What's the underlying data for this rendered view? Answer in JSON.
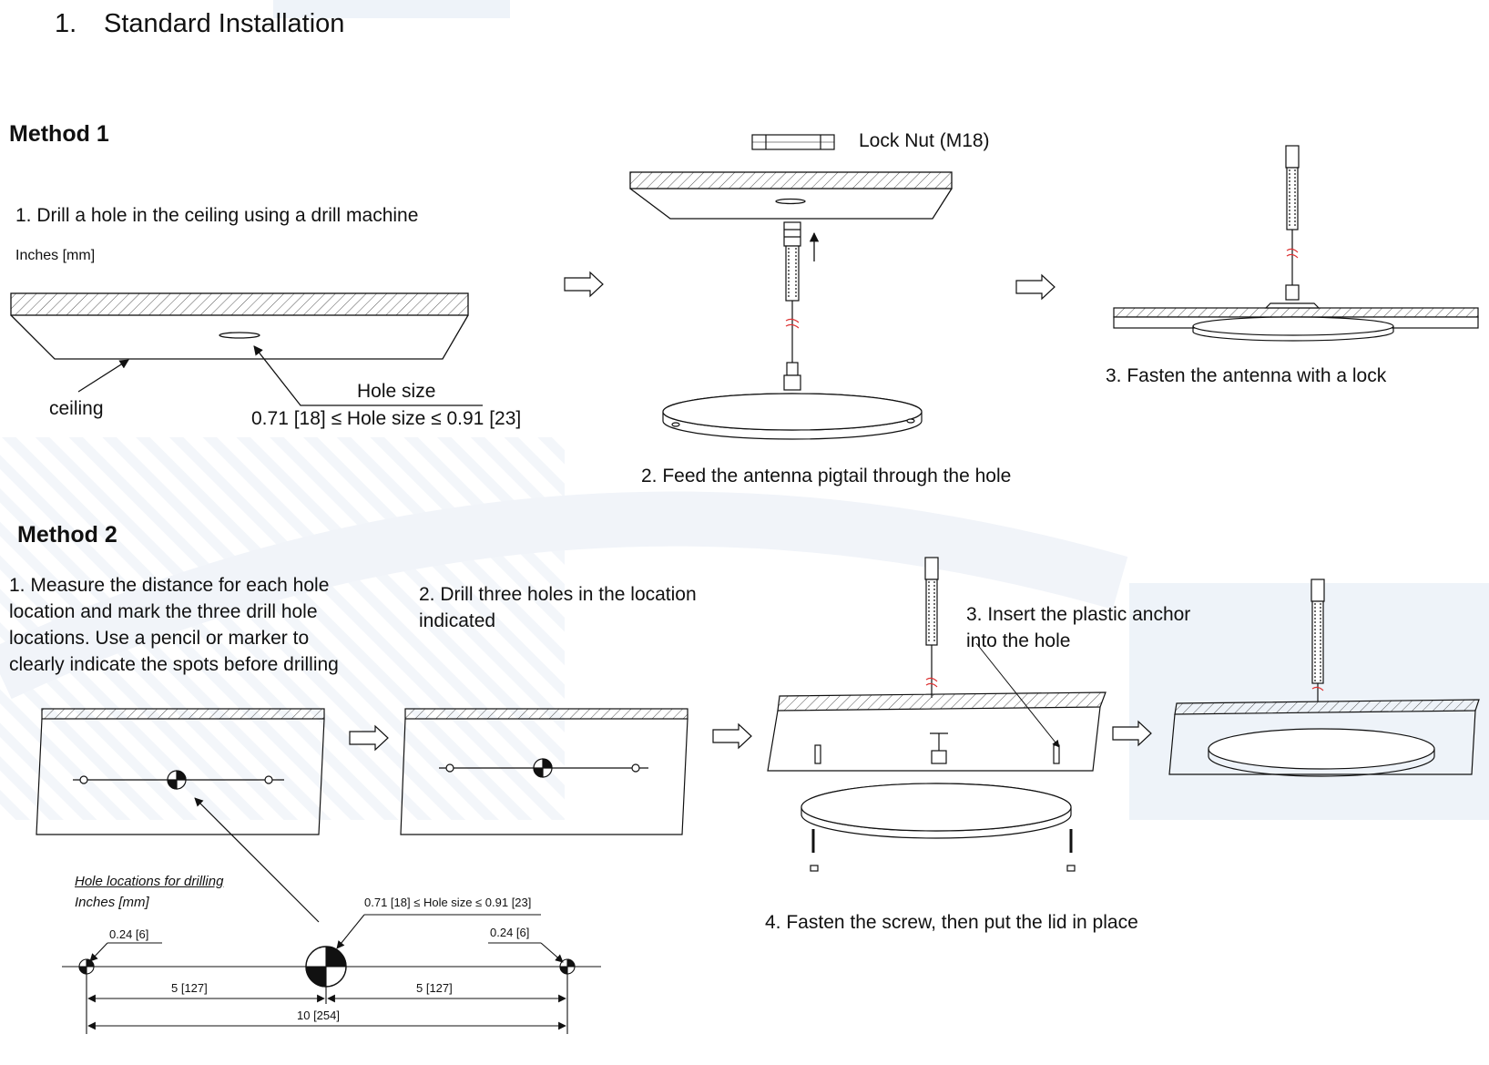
{
  "section": {
    "number": "1.",
    "title": "Standard Installation"
  },
  "method1": {
    "heading": "Method 1",
    "step1": "1. Drill a hole in the ceiling  using a drill machine",
    "units": "Inches [mm]",
    "ceiling_label": "ceiling",
    "hole_size_label": "Hole size",
    "hole_size_range": "0.71 [18] ≤  Hole size ≤ 0.91 [23]",
    "lock_nut_label": "Lock Nut (M18)",
    "step2": "2. Feed the antenna pigtail through the hole",
    "step3": "3. Fasten the antenna with a lock"
  },
  "method2": {
    "heading": "Method 2",
    "step1_lines": [
      "1. Measure the distance for each hole",
      "location and mark the three drill hole",
      "locations. Use a pencil or marker to",
      "clearly indicate the spots before drilling"
    ],
    "step2_lines": [
      "2. Drill three holes  in the location",
      "indicated"
    ],
    "step3_lines": [
      "3. Insert the plastic anchor",
      "into the hole"
    ],
    "step4": "4. Fasten the screw, then put the lid in place",
    "dimension": {
      "caption": "Hole locations for drilling",
      "units": "Inches [mm]",
      "hole_size_range": "0.71 [18] ≤  Hole size ≤ 0.91 [23]",
      "left_small_hole": "0.24 [6]",
      "right_small_hole": "0.24 [6]",
      "left_spacing": "5 [127]",
      "right_spacing": "5 [127]",
      "total_spacing": "10 [254]"
    }
  }
}
